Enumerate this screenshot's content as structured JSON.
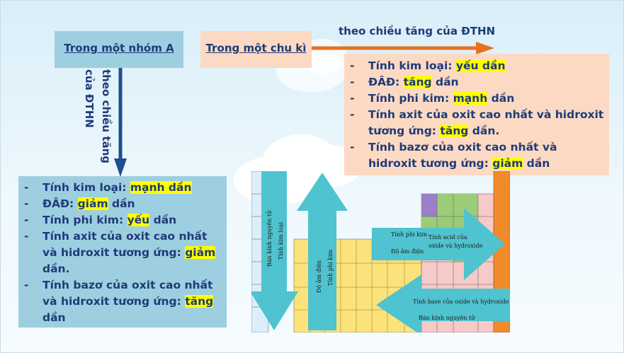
{
  "header_group": {
    "label": "Trong một nhóm A"
  },
  "header_period": {
    "label": "Trong một chu kì"
  },
  "arrow_period_label": "theo chiều tăng của ĐTHN",
  "arrow_group_label": "theo chiều tăng của ĐTHN",
  "group_list": [
    {
      "dash": "-",
      "pre": "Tính kim loại: ",
      "hl": "mạnh dần",
      "post": ""
    },
    {
      "dash": "-",
      "pre": "ĐÂĐ: ",
      "hl": "giảm",
      "post": " dần"
    },
    {
      "dash": "-",
      "pre": "Tính phi kim: ",
      "hl": "yếu",
      "post": " dần"
    },
    {
      "dash": "-",
      "pre": "Tính axit của oxit cao nhất và hidroxit tương ứng: ",
      "hl": "giảm",
      "post": " dần."
    },
    {
      "dash": "-",
      "pre": "Tính bazơ của oxit cao nhất và hidroxit tương ứng: ",
      "hl": "tăng",
      "post": " dần"
    }
  ],
  "period_list": [
    {
      "dash": "-",
      "pre": "Tính kim loại: ",
      "hl": "yếu dần",
      "post": ""
    },
    {
      "dash": "-",
      "pre": "ĐÂĐ: ",
      "hl": "tăng",
      "post": " dần"
    },
    {
      "dash": "-",
      "pre": "Tính phi kim: ",
      "hl": "mạnh",
      "post": " dần"
    },
    {
      "dash": "-",
      "pre": "Tính axit của oxit cao nhất và hidroxit tương ứng: ",
      "hl": "tăng",
      "post": " dần."
    },
    {
      "dash": "-",
      "pre": "Tính bazơ của oxit cao nhất và hidroxit tương ứng: ",
      "hl": "giảm",
      "post": " dần"
    }
  ],
  "periodic_table": {
    "down_arrow_labels": [
      "Bán kính nguyên tử",
      "Tính kim loại"
    ],
    "up_arrow_labels": [
      "Độ âm điện",
      "Tính phi kim"
    ],
    "right_arrow_labels": [
      "Tính phi kim",
      "Độ âm điện",
      "Tính acid của oxide và hydroxide"
    ],
    "left_arrow_labels": [
      "Tính base của oxide và hydroxide",
      "Bán kính nguyên tử"
    ]
  },
  "colors": {
    "blue_box": "#9dcfe0",
    "peach_box": "#fcd9c3",
    "text": "#1f3b78",
    "highlight": "#ffff00",
    "period_arrow": "#e8711f",
    "group_arrow": "#1f4e8c",
    "table_arrow": "#4fc3cf"
  }
}
